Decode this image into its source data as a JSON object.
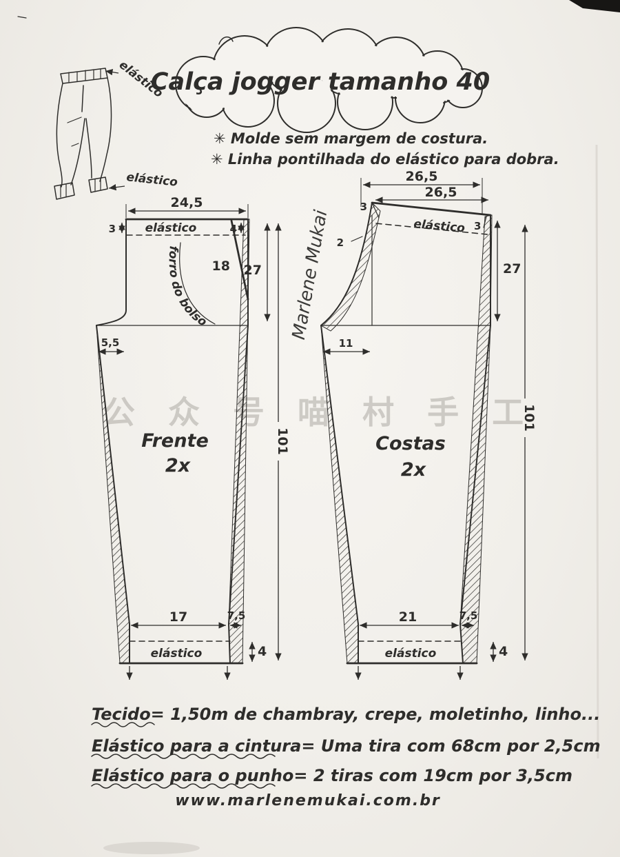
{
  "title": "Calça jogger tamanho 40",
  "sketch": {
    "elastic_waist": "elástico",
    "elastic_cuff": "elástico"
  },
  "notes": {
    "line1": "✳ Molde sem margem de costura.",
    "line2": "✳ Linha pontilhada do elástico para dobra."
  },
  "front": {
    "piece": "Frente",
    "qty": "2x",
    "top_width": "24,5",
    "elastic_top": "elástico",
    "left_offset": "3",
    "right_offset": "4",
    "pocket_diag": "18",
    "rise": "27",
    "length": "101",
    "crotch_ext": "5,5",
    "pocket_lining": "forro do bolso",
    "hem_width": "17",
    "hem_band": "7,5",
    "hem_height": "4",
    "elastic_bottom": "elástico"
  },
  "back": {
    "piece": "Costas",
    "qty": "2x",
    "top_width_a": "26,5",
    "top_width_b": "26,5",
    "elastic_top": "elástico",
    "left_offset": "3",
    "right_offset": "3",
    "notch": "2",
    "rise": "27",
    "length": "101",
    "crotch_ext": "11",
    "hem_width": "21",
    "hem_band": "7,5",
    "hem_height": "4",
    "elastic_bottom": "elástico",
    "signature": "Marlene Mukai"
  },
  "watermark": "公 众 号 喵 村 手 工",
  "footer": {
    "fabric": "Tecido= 1,50m de chambray, crepe, moletinho, linho...",
    "waist_elastic": "Elástico para a cintura= Uma tira com 68cm por 2,5cm",
    "cuff_elastic": "Elástico para o punho= 2 tiras com 19cm por 3,5cm",
    "website": "www.marlenemukai.com.br"
  },
  "colors": {
    "ink": "#2e2d2b",
    "paper": "#f2efea",
    "watermark": "#b3b0aa"
  }
}
